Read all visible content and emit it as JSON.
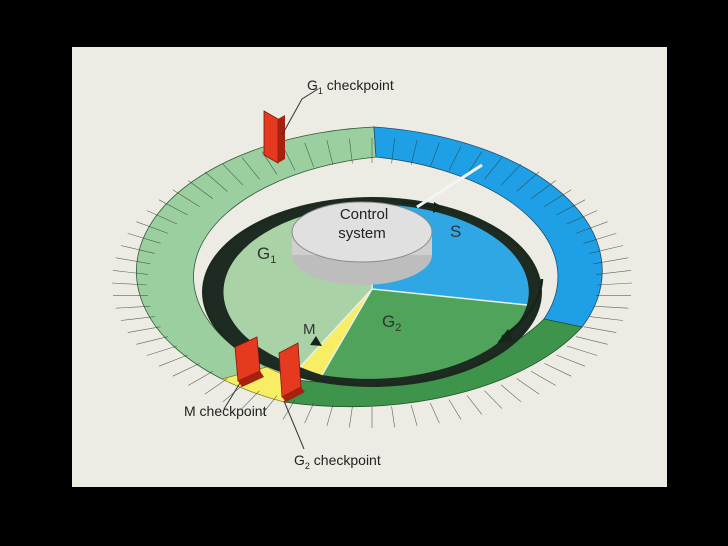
{
  "labels": {
    "g1_checkpoint": "G",
    "g1_checkpoint_sub": "1",
    "g1_checkpoint_suffix": " checkpoint",
    "m_checkpoint": "M checkpoint",
    "g2_checkpoint": "G",
    "g2_checkpoint_sub": "2",
    "g2_checkpoint_suffix": " checkpoint",
    "control_line1": "Control",
    "control_line2": "system",
    "phase_g1": "G",
    "phase_g1_sub": "1",
    "phase_g2": "G",
    "phase_g2_sub": "2",
    "phase_s": "S",
    "phase_m": "M"
  },
  "colors": {
    "g1": "#a9d3a6",
    "g1_ring": "#9ccfa0",
    "s": "#2ea7e4",
    "s_ring": "#1fa0e6",
    "g2": "#4fa35a",
    "g2_ring": "#3f944c",
    "m": "#f7ee66",
    "checkpoint": "#e53a1f",
    "control_system": "#d9d9d9"
  }
}
